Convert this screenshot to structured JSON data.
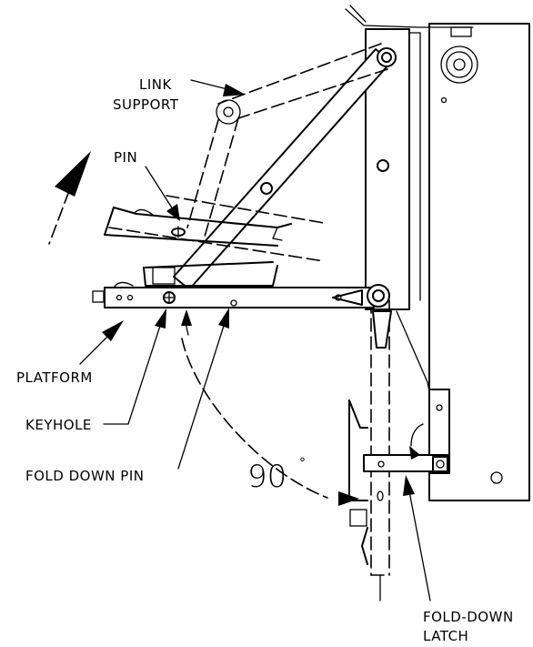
{
  "diagram": {
    "labels": {
      "link_line1": "LINK",
      "link_line2": "SUPPORT",
      "pin": "PIN",
      "platform": "PLATFORM",
      "keyhole": "KEYHOLE",
      "fold_down_pin": "FOLD DOWN PIN",
      "angle_value": "90",
      "angle_unit": "°",
      "latch_line1": "FOLD-DOWN",
      "latch_line2": "LATCH"
    }
  }
}
